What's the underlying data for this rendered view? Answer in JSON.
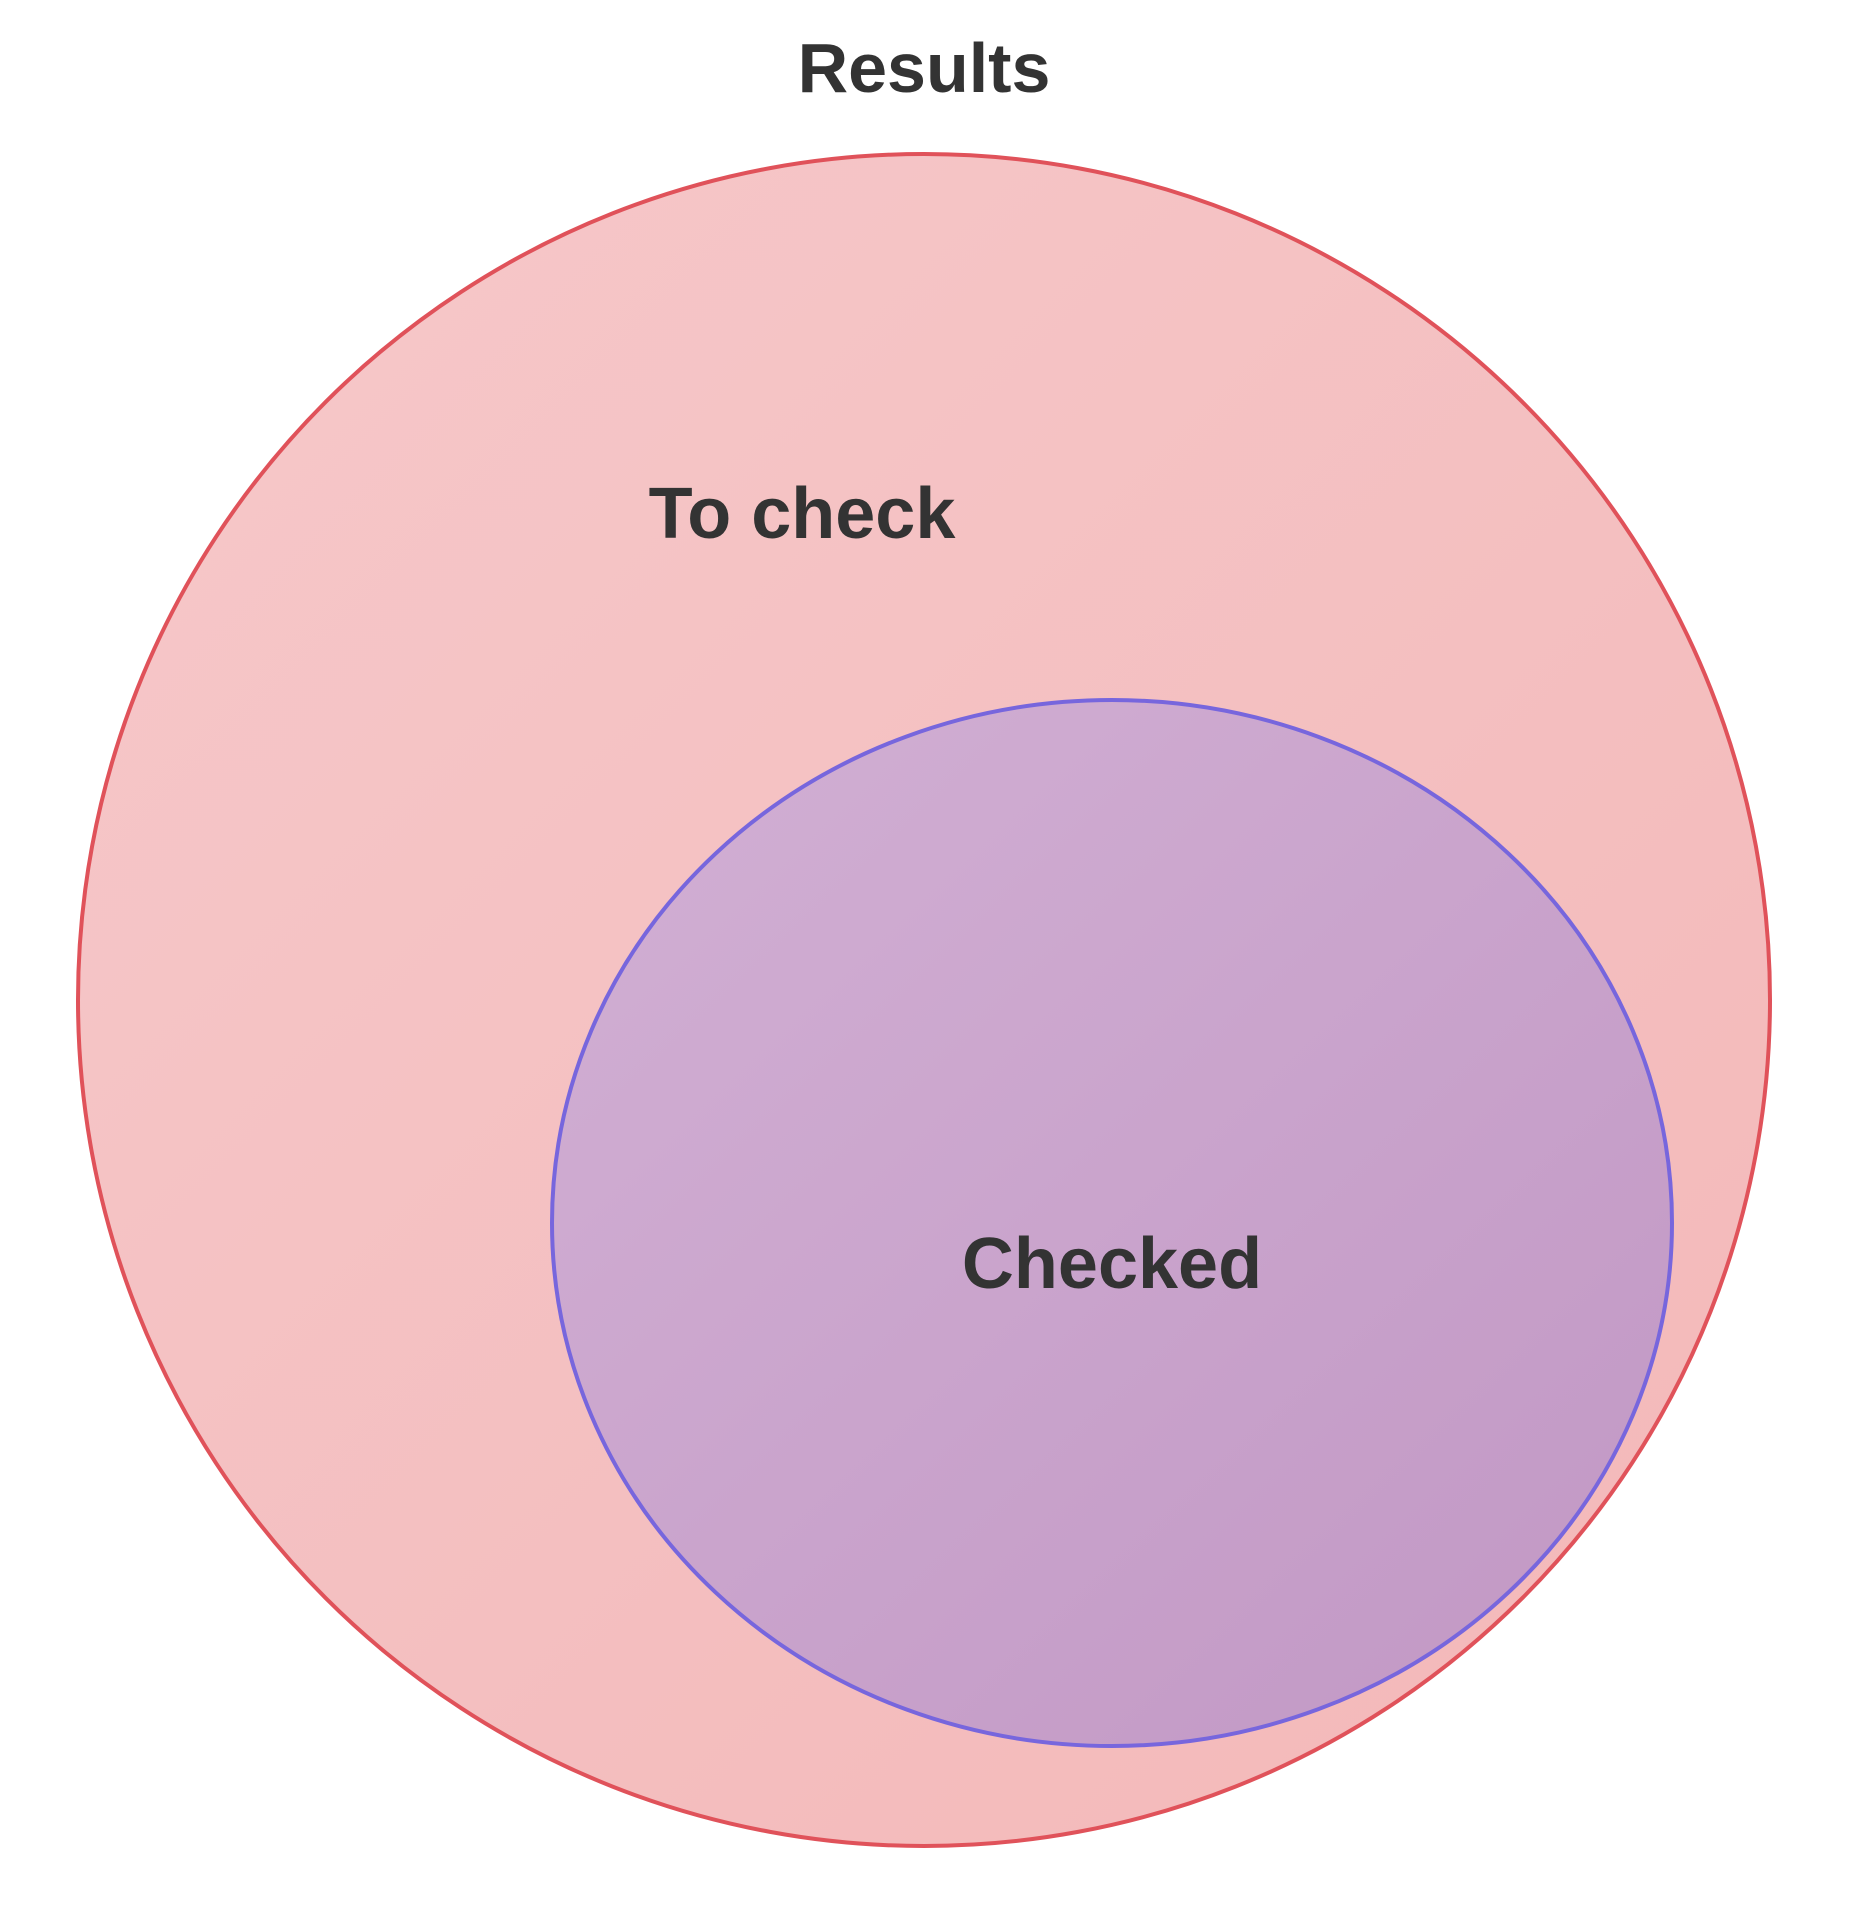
{
  "title": "Results",
  "sets": [
    {
      "id": "to-check",
      "label": "To check",
      "fill": "#f4b8bb",
      "stroke": "#e0525a"
    },
    {
      "id": "checked",
      "label": "Checked",
      "fill": "#c49cc8",
      "stroke": "#7766dd"
    }
  ],
  "relation": "Checked is a subset of To check"
}
